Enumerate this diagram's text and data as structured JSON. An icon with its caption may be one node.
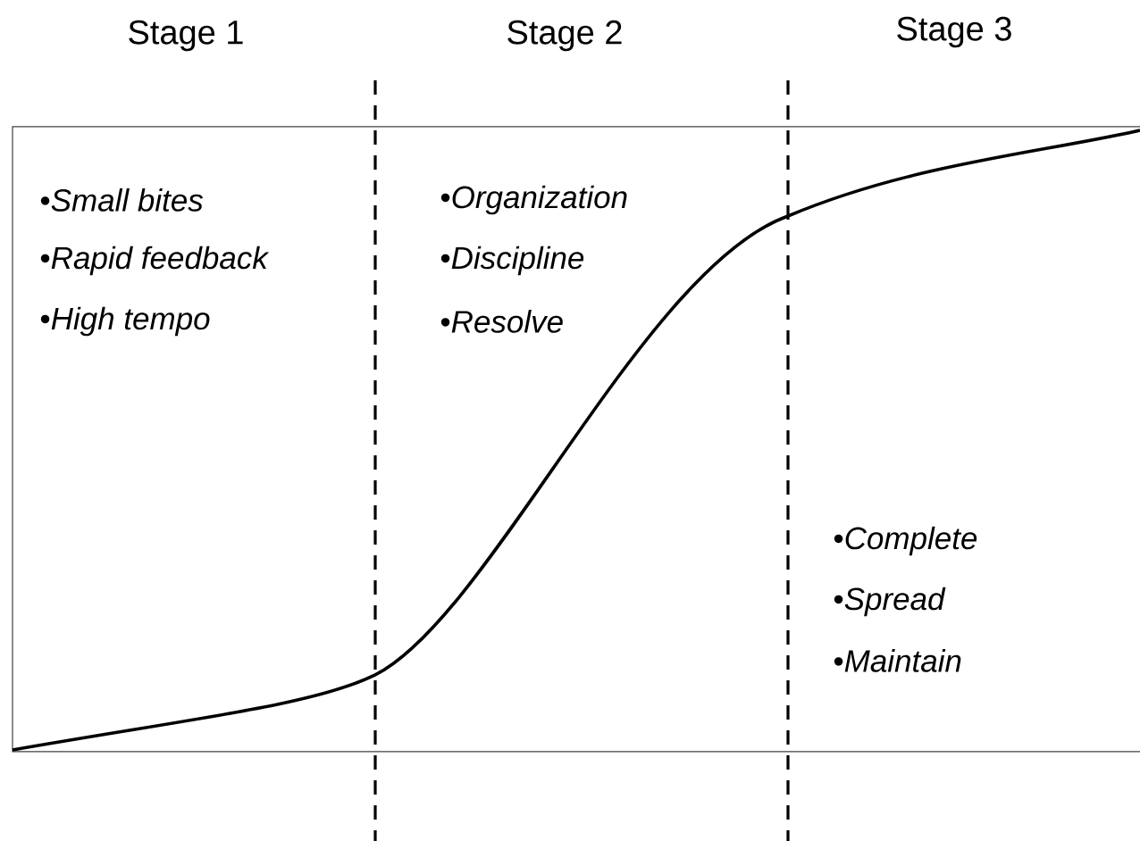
{
  "diagram": {
    "labels": [
      "Stage 1",
      "Stage 2",
      "Stage 3",
      "•*Small bites*",
      "•*Rapid feedback*",
      "•*High tempo*",
      "•*Organization*",
      "•*Discipline*",
      "•*Resolve*",
      "•*Complete*",
      "•*Spread*",
      "•*Maintain*"
    ]
  }
}
